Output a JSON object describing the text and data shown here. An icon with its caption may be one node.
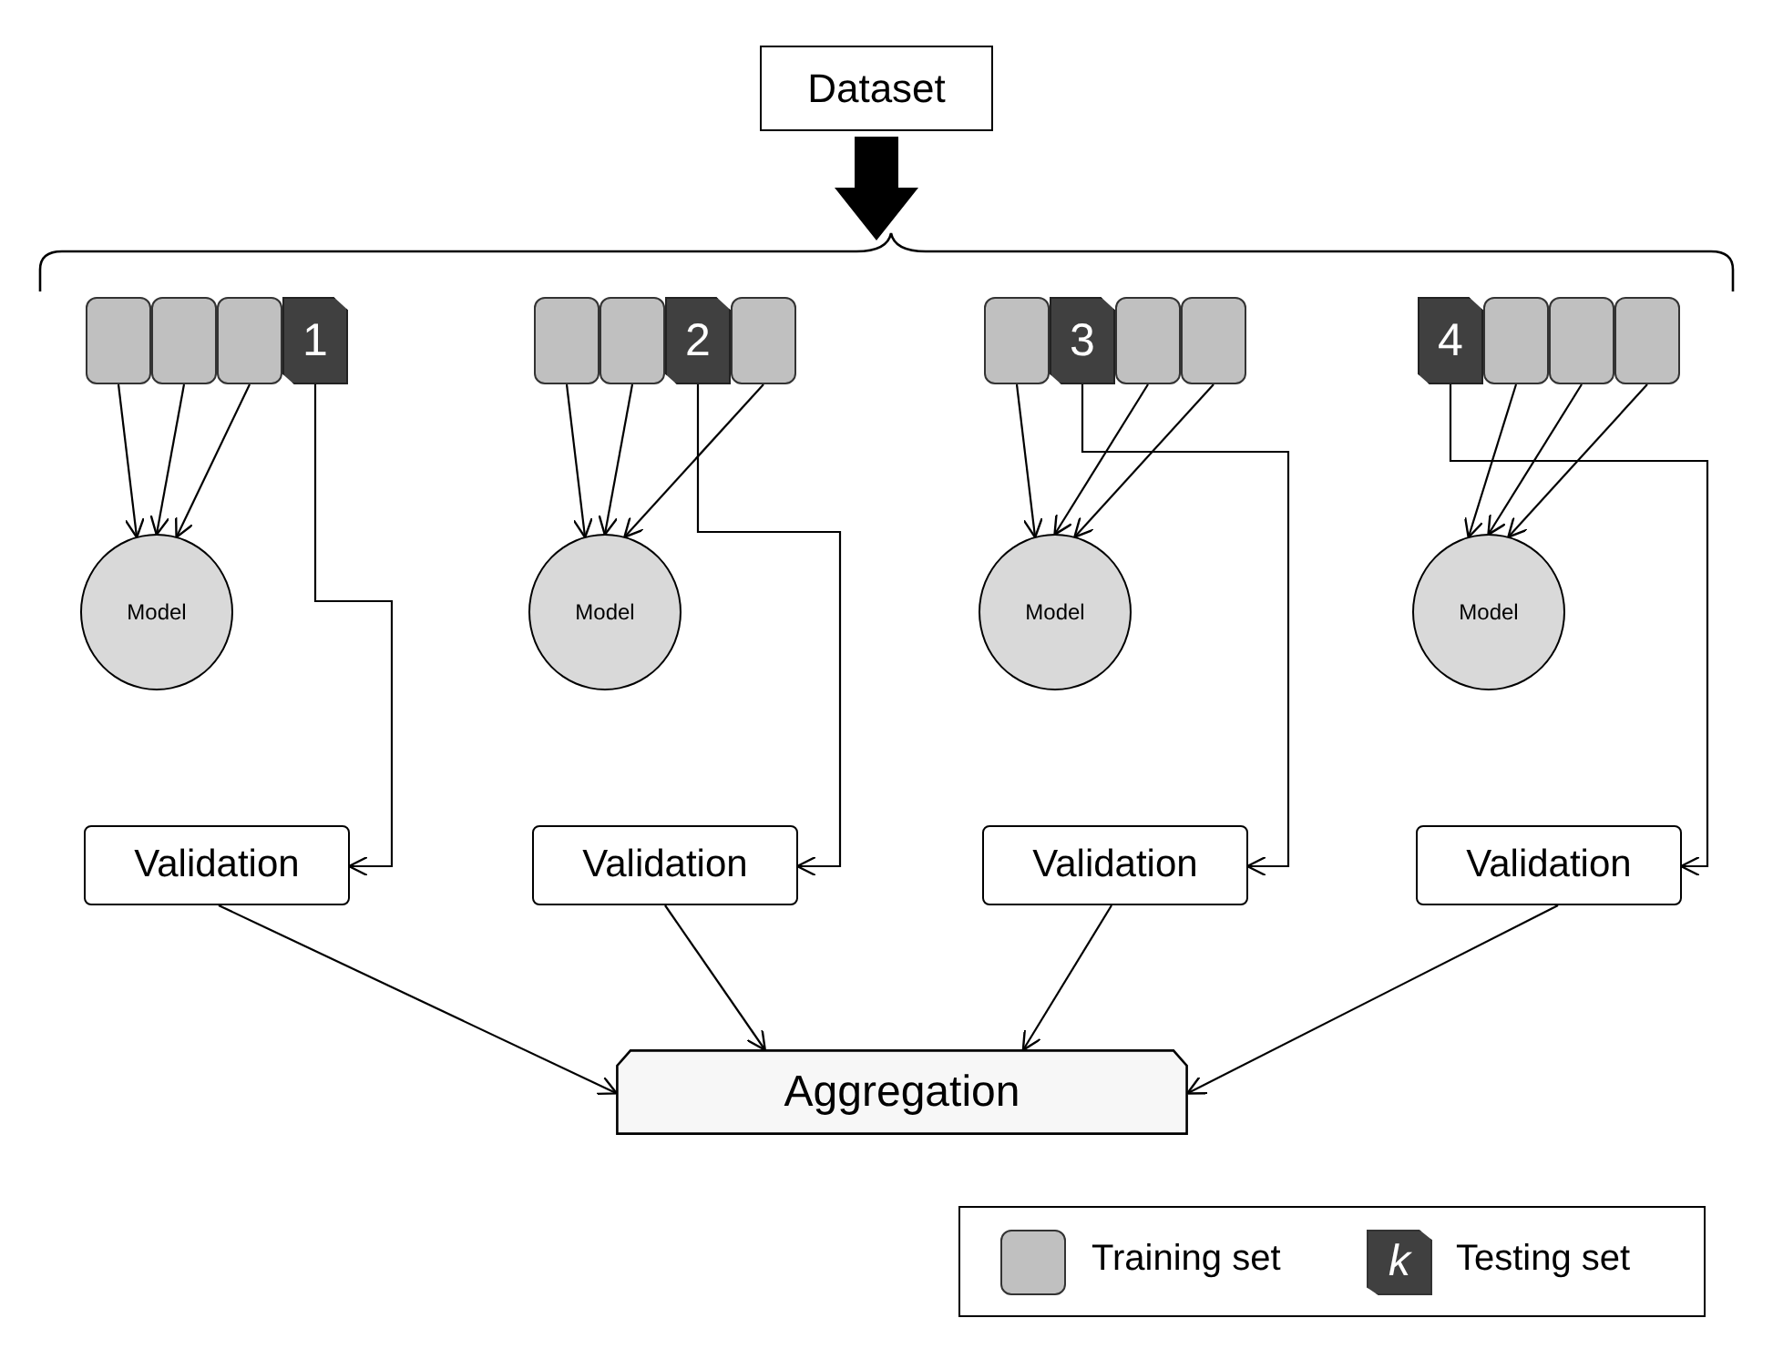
{
  "diagram": {
    "nodes": [
      {
        "text": [
          "Dataset"
        ]
      },
      {
        "text": [],
        "shape": "box"
      },
      {
        "text": [],
        "shape": "box"
      },
      {
        "text": [],
        "shape": "box"
      },
      {
        "text": [
          "1"
        ]
      },
      {
        "text": [],
        "shape": "box"
      },
      {
        "text": [],
        "shape": "box"
      },
      {
        "text": [
          "2"
        ]
      },
      {
        "text": [],
        "shape": "box"
      },
      {
        "text": [],
        "shape": "box"
      },
      {
        "text": [
          "3"
        ]
      },
      {
        "text": [],
        "shape": "box"
      },
      {
        "text": [],
        "shape": "box"
      },
      {
        "text": [
          "4"
        ]
      },
      {
        "text": [],
        "shape": "box"
      },
      {
        "text": [],
        "shape": "box"
      },
      {
        "text": [],
        "shape": "box"
      },
      {
        "text": [
          "Model"
        ]
      },
      {
        "text": [
          "Model"
        ]
      },
      {
        "text": [
          "Model"
        ]
      },
      {
        "text": [
          "Model"
        ]
      },
      {
        "text": [
          "Validation"
        ]
      },
      {
        "text": [
          "Validation"
        ]
      },
      {
        "text": [
          "Validation"
        ]
      },
      {
        "text": [
          "Validation"
        ]
      },
      {
        "text": [
          "Aggregation"
        ]
      }
    ],
    "edges": [
      {
        "from": 0,
        "to": null,
        "arrow": "to",
        "style": "thick"
      },
      {
        "from": 1,
        "to": 17,
        "arrow": "to"
      },
      {
        "from": 2,
        "to": 17,
        "arrow": "to"
      },
      {
        "from": 3,
        "to": 17,
        "arrow": "to"
      },
      {
        "from": 4,
        "to": 21,
        "arrow": "to"
      },
      {
        "from": 5,
        "to": 18,
        "arrow": "to"
      },
      {
        "from": 6,
        "to": 18,
        "arrow": "to"
      },
      {
        "from": 8,
        "to": 18,
        "arrow": "to"
      },
      {
        "from": 7,
        "to": 22,
        "arrow": "to"
      },
      {
        "from": 9,
        "to": 19,
        "arrow": "to"
      },
      {
        "from": 11,
        "to": 19,
        "arrow": "to"
      },
      {
        "from": 12,
        "to": 19,
        "arrow": "to"
      },
      {
        "from": 10,
        "to": 23,
        "arrow": "to"
      },
      {
        "from": 14,
        "to": 20,
        "arrow": "to"
      },
      {
        "from": 15,
        "to": 20,
        "arrow": "to"
      },
      {
        "from": 16,
        "to": 20,
        "arrow": "to"
      },
      {
        "from": 13,
        "to": 24,
        "arrow": "to"
      },
      {
        "from": 21,
        "to": 25,
        "arrow": "to"
      },
      {
        "from": 22,
        "to": 25,
        "arrow": "to"
      },
      {
        "from": 23,
        "to": 25,
        "arrow": "to"
      },
      {
        "from": 24,
        "to": 25,
        "arrow": "to"
      }
    ],
    "labels": [
      "k"
    ],
    "legend": [
      {
        "text": "Training set",
        "color": "#c0c0c0"
      },
      {
        "text": "Testing set",
        "color": "#404040"
      }
    ]
  }
}
